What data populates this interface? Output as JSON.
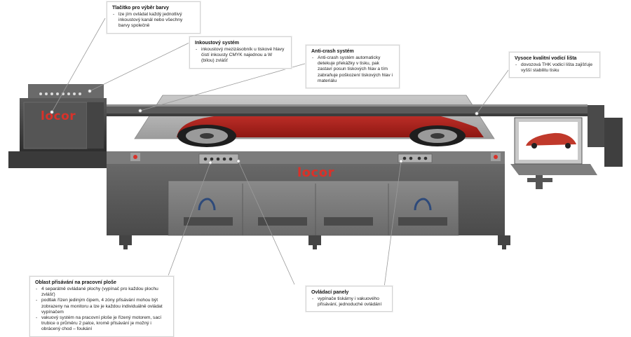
{
  "brand": {
    "logo_text": "locor",
    "accent_color": "#d8322a"
  },
  "callouts": {
    "color_button": {
      "title": "Tlačítko pro výběr barvy",
      "items": [
        "lze jím ovládat každý jednotlivý inkoustový kanál nebo všechny barvy společně"
      ]
    },
    "ink_system": {
      "title": "Inkoustový systém",
      "items": [
        "inkoustový mezizásobník u tiskové hlavy čistí inkousty CMYK najednou a W (bílou) zvlášť"
      ]
    },
    "anti_crash": {
      "title": "Anti-crash systém",
      "items": [
        "Anti-crash systém automaticky detekuje překážky v tisku, pak zastaví posun tiskových hlav a tím zabraňuje poškození tiskových hlav i materiálu"
      ]
    },
    "guide_rail": {
      "title": "Vysoce kvalitní vodicí lišta",
      "items": [
        "dovozová THK vodicí lišta zajišťuje vyšší stabilitu tisku"
      ]
    },
    "vacuum_area": {
      "title": "Oblast přisávání na pracovní ploše",
      "items": [
        "4 separátně ovládané plochy (vypínač pro každou plochu zvlášť)",
        "podtlak řízen jediným čipem, 4 zóny přisávání mohou být zobrazeny na monitoru a lze je každou individuálně ovládat vypínačem",
        "vakuový systém na pracovní ploše je řízený motorem, sací trubice o průměru 2 palce, kromě přisávání je možný i obrácený chod – foukání"
      ]
    },
    "control_panels": {
      "title": "Ovládací panely",
      "items": [
        "vypínače tiskárny i vakuového přisávání, jednoduché ovládání"
      ]
    }
  }
}
